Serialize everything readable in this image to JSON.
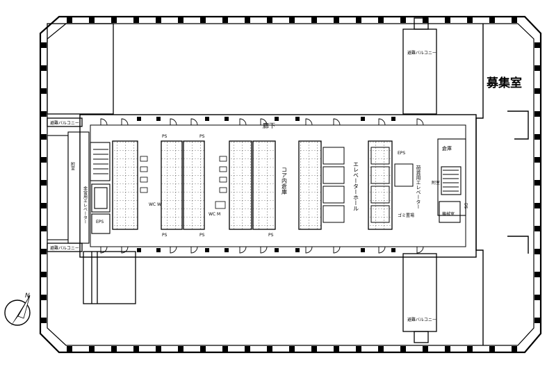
{
  "labels": {
    "recruit": "募集室",
    "corridor": "廊下",
    "core_storage": "コア内倉庫",
    "elevator_hall": "エレベーターホール",
    "evac_balcony": "避難バルコニー",
    "annex": "附室",
    "emergency_elevator": "非常用エレベーター",
    "eps": "EPS",
    "ps": "PS",
    "ds": "DS",
    "wc_w": "WC W",
    "wc_m": "WC M",
    "storage": "倉庫",
    "machine_room": "機械室",
    "garbage_room": "ゴミ置場",
    "freight_elevator": "荷貨用エレベーター",
    "north": "N"
  }
}
